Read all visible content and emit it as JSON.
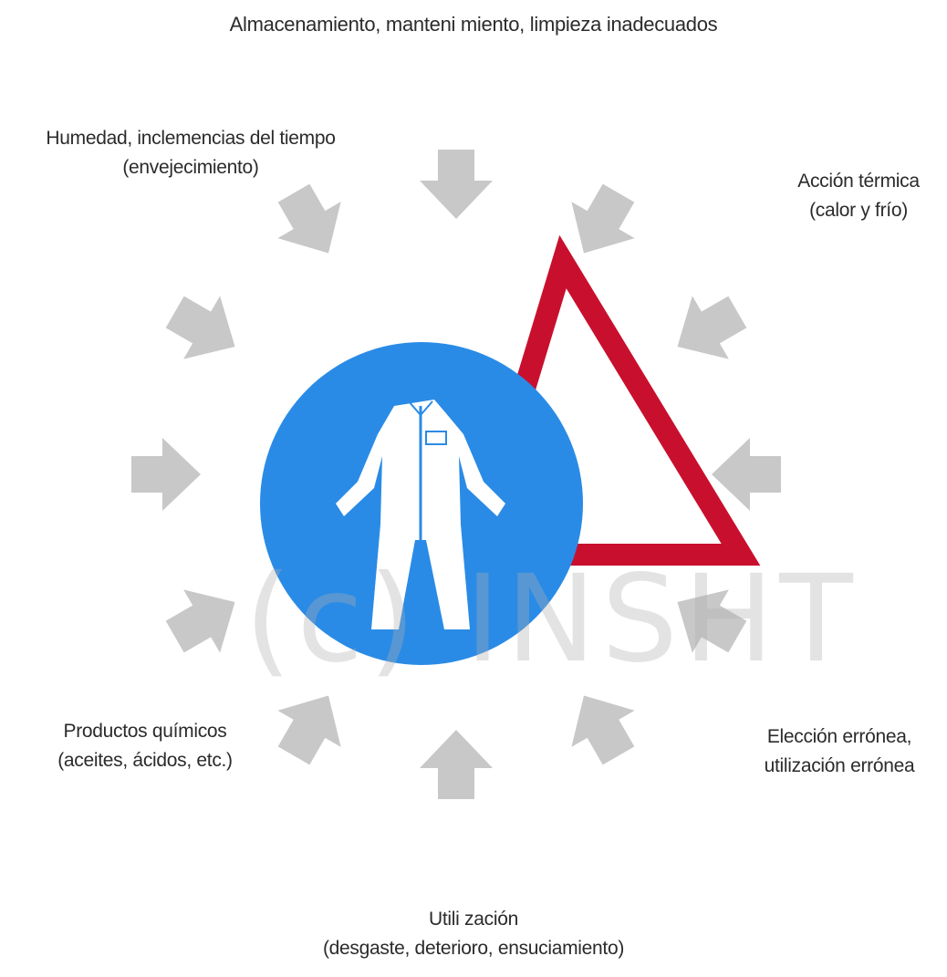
{
  "title": "Almacenamiento, manteni miento, limpieza inadecuados",
  "factors": {
    "top_left": [
      "Humedad, inclemencias del tiempo",
      "(envejecimiento)"
    ],
    "top_right": [
      "Acción térmica",
      "(calor y frío)"
    ],
    "bottom_left": [
      "Productos químicos",
      "(aceites, ácidos, etc.)"
    ],
    "bottom_right": [
      "Elección errónea,",
      "utilización errónea"
    ],
    "bottom": [
      "Utili zación",
      "(desgaste, deterioro, ensuciamiento)"
    ]
  },
  "watermark": "(c) INSHT",
  "icons": {
    "center": "protective-coverall-icon",
    "warning": "warning-triangle-icon",
    "arrow": "inward-arrow-icon"
  },
  "colors": {
    "arrow": "#c8c8c8",
    "circle": "#2a8be6",
    "triangle": "#c8102e",
    "text": "#2b2b2b"
  }
}
